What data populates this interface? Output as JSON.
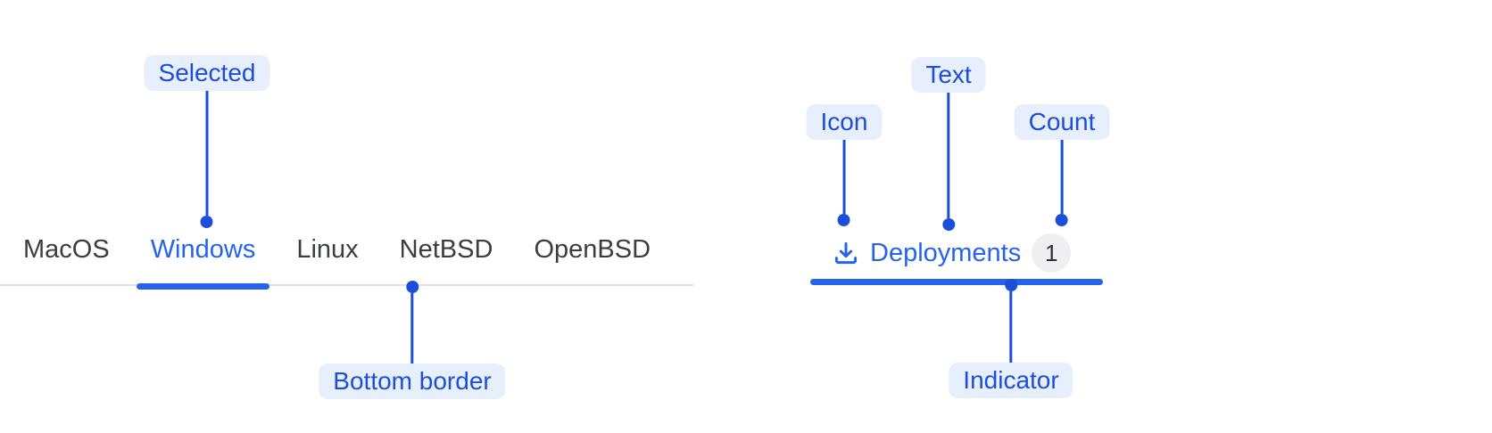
{
  "colors": {
    "accent": "#2563eb",
    "annotation": "#1d4ed8",
    "pill_bg": "#e8effc",
    "tab_inactive": "#3b3d42",
    "rule": "#e2e2e4",
    "badge_bg": "#efeff1",
    "badge_text": "#2e3033",
    "background": "#ffffff"
  },
  "tab_bar": {
    "items": [
      {
        "label": "MacOS",
        "selected": false
      },
      {
        "label": "Windows",
        "selected": true
      },
      {
        "label": "Linux",
        "selected": false
      },
      {
        "label": "NetBSD",
        "selected": false
      },
      {
        "label": "OpenBSD",
        "selected": false
      }
    ]
  },
  "deployments_tab": {
    "icon": "download-icon",
    "label": "Deployments",
    "count": "1"
  },
  "annotations": {
    "selected": {
      "label": "Selected"
    },
    "bottom_border": {
      "label": "Bottom border"
    },
    "icon": {
      "label": "Icon"
    },
    "text": {
      "label": "Text"
    },
    "count": {
      "label": "Count"
    },
    "indicator": {
      "label": "Indicator"
    }
  }
}
